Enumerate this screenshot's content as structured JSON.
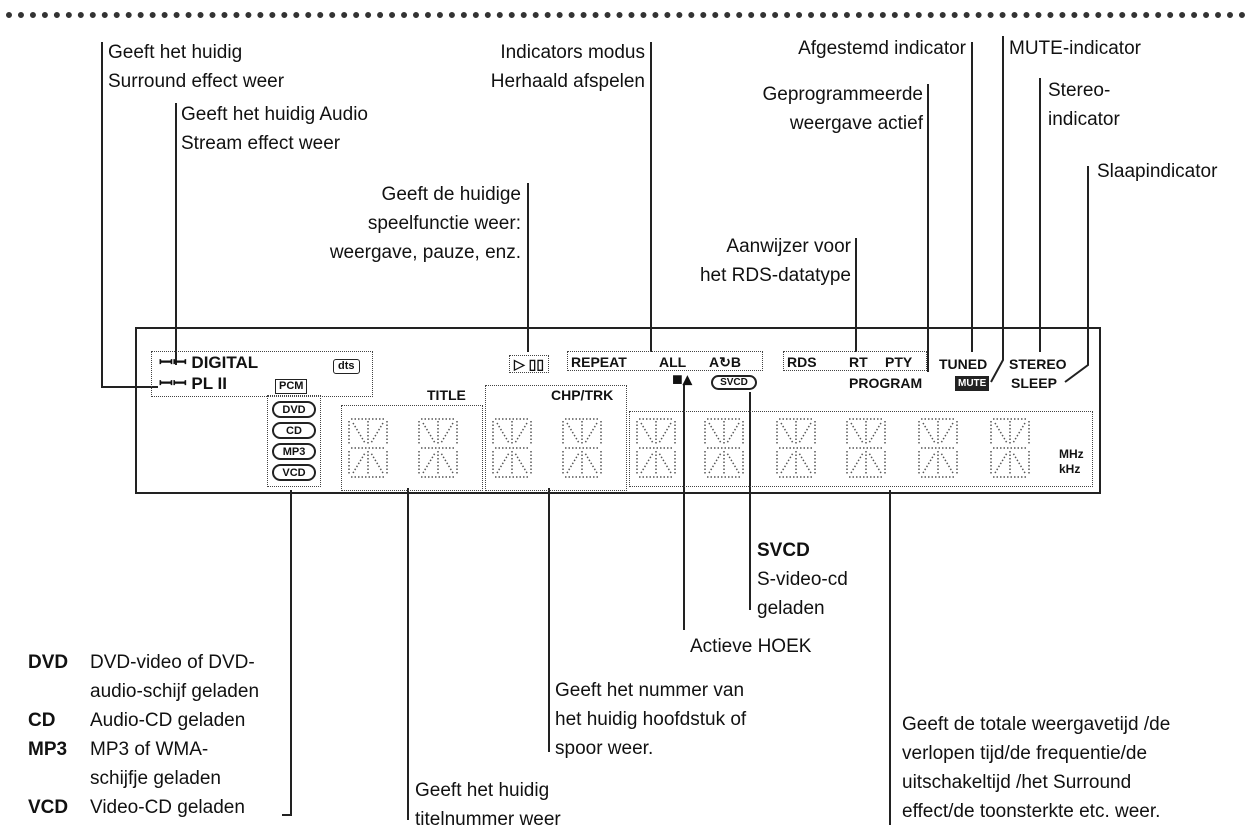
{
  "labels": {
    "surround": [
      "Geeft het huidig",
      "Surround effect weer"
    ],
    "audio_stream": [
      "Geeft het huidig Audio",
      "Stream effect weer"
    ],
    "repeat_modes": [
      "Indicators modus",
      "Herhaald afspelen"
    ],
    "play_function": [
      "Geeft de huidige",
      "speelfunctie weer:",
      "weergave, pauze, enz."
    ],
    "tuned": "Afgestemd indicator",
    "programmed": [
      "Geprogrammeerde",
      "weergave actief"
    ],
    "mute": "MUTE-indicator",
    "stereo": [
      "Stereo-",
      "indicator"
    ],
    "sleep": "Slaapindicator",
    "rds": [
      "Aanwijzer voor",
      "het RDS-datatype"
    ],
    "svcd_title": "SVCD",
    "svcd": [
      "S-video-cd",
      "geladen"
    ],
    "angle": "Actieve HOEK",
    "chapter": [
      "Geeft het nummer van",
      "het huidig hoofdstuk of",
      "spoor weer."
    ],
    "total_time": [
      "Geeft de totale weergavetijd /de",
      "verlopen tijd/de frequentie/de",
      "uitschakeltijd /het Surround",
      "effect/de toonsterkte etc. weer."
    ],
    "title_number": [
      "Geeft het huidig",
      "titelnummer weer"
    ]
  },
  "disc_key": [
    {
      "key": "DVD",
      "lines": [
        "DVD-video of DVD-",
        "audio-schijf geladen"
      ]
    },
    {
      "key": "CD",
      "lines": [
        "Audio-CD geladen"
      ]
    },
    {
      "key": "MP3",
      "lines": [
        "MP3 of WMA-",
        "schijfje geladen"
      ]
    },
    {
      "key": "VCD",
      "lines": [
        "Video-CD geladen"
      ]
    }
  ],
  "panel": {
    "digital": "DIGITAL",
    "pl2": "PL II",
    "dts": "dts",
    "pcm": "PCM",
    "discs": [
      "DVD",
      "CD",
      "MP3",
      "VCD"
    ],
    "play_icon": "▷ ▯▯",
    "repeat": "REPEAT",
    "all": "ALL",
    "ab": "A↻B",
    "rds": "RDS",
    "rt": "RT",
    "pty": "PTY",
    "tuned": "TUNED",
    "stereo": "STEREO",
    "program": "PROGRAM",
    "mute": "MUTE",
    "sleep": "SLEEP",
    "svcd": "SVCD",
    "title": "TITLE",
    "chp_trk": "CHP/TRK",
    "mhz": "MHz",
    "khz": "kHz"
  }
}
